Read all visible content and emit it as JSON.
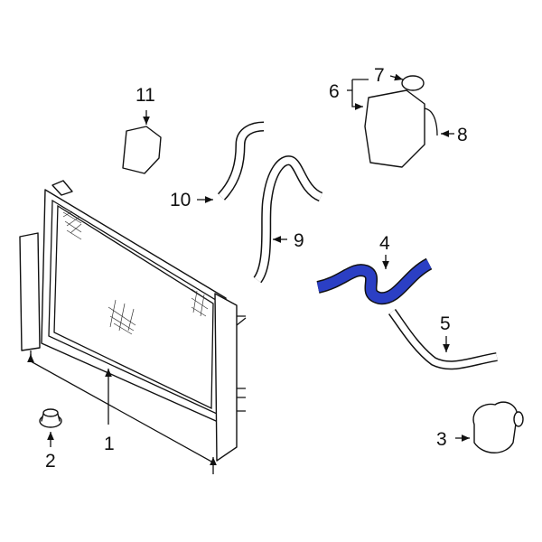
{
  "diagram": {
    "callouts": [
      {
        "id": "1",
        "label": "1"
      },
      {
        "id": "2",
        "label": "2"
      },
      {
        "id": "3",
        "label": "3"
      },
      {
        "id": "4",
        "label": "4"
      },
      {
        "id": "5",
        "label": "5"
      },
      {
        "id": "6",
        "label": "6"
      },
      {
        "id": "7",
        "label": "7"
      },
      {
        "id": "8",
        "label": "8"
      },
      {
        "id": "9",
        "label": "9"
      },
      {
        "id": "10",
        "label": "10"
      },
      {
        "id": "11",
        "label": "11"
      }
    ],
    "highlight_color": "#2b3fc4"
  }
}
